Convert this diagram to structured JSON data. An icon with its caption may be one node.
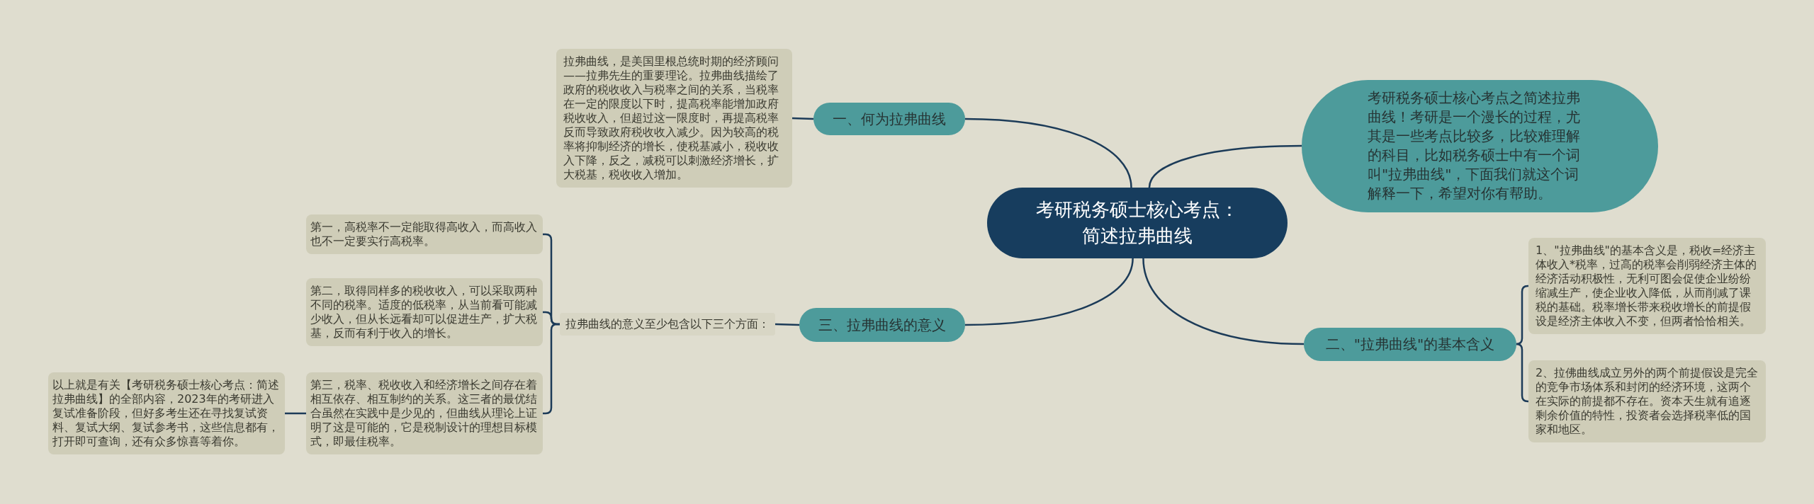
{
  "diagram": {
    "nodes": [
      {
        "text": [
          "考研税务硕士核心考点：简述拉弗曲线"
        ]
      },
      {
        "text": [
          "一、何为拉弗曲线"
        ]
      },
      {
        "text": [
          "拉弗曲线，是美国里根总统时期的经济顾问——拉弗先生的重要理论。拉弗曲线描绘了政府的税收收入与税率之间的关系，当税率在一定的限度以下时，提高税率能增加政府税收收入，但超过这一限度时，再提高税率反而导致政府税收收入减少。因为较高的税率将抑制经济的增长，使税基减小，税收收入下降，反之，减税可以刺激经济增长，扩大税基，税收收入增加。"
        ]
      },
      {
        "text": [
          "考研税务硕士核心考点之简述拉弗曲线！考研是一个漫长的过程，尤其是一些考点比较多，比较难理解的科目，比如税务硕士中有一个词叫\"拉弗曲线\"，下面我们就这个词解释一下，希望对你有帮助。"
        ]
      },
      {
        "text": [
          "二、\"拉弗曲线\"的基本含义"
        ]
      },
      {
        "text": [
          "1、\"拉弗曲线\"的基本含义是，税收=经济主体收入*税率，过高的税率会削弱经济主体的经济活动积极性，无利可图会促使企业纷纷缩减生产，使企业收入降低，从而削减了课税的基础。税率增长带来税收增长的前提假设是经济主体收入不变，但两者恰恰相关。"
        ]
      },
      {
        "text": [
          "2、拉佛曲线成立另外的两个前提假设是完全的竞争市场体系和封闭的经济环境，这两个在实际的前提都不存在。资本天生就有追逐剩余价值的特性，投资者会选择税率低的国家和地区。"
        ]
      },
      {
        "text": [
          "三、拉弗曲线的意义"
        ]
      },
      {
        "text": [
          "拉弗曲线的意义至少包含以下三个方面："
        ]
      },
      {
        "text": [
          "第一，高税率不一定能取得高收入，而高收入也不一定要实行高税率。"
        ]
      },
      {
        "text": [
          "第二，取得同样多的税收收入，可以采取两种不同的税率。适度的低税率，从当前看可能减少收入，但从长远看却可以促进生产，扩大税基，反而有利于收入的增长。"
        ]
      },
      {
        "text": [
          "第三，税率、税收收入和经济增长之间存在着相互依存、相互制约的关系。这三者的最优结合虽然在实践中是少见的，但曲线从理论上证明了这是可能的，它是税制设计的理想目标模式，即最佳税率。"
        ]
      },
      {
        "text": [
          "以上就是有关【考研税务硕士核心考点：简述拉弗曲线】的全部内容，2023年的考研进入复试准备阶段，但好多考生还在寻找复试资料、复试大纲、复试参考书，这些信息都有，打开即可查询，还有众多惊喜等着你。"
        ]
      }
    ],
    "edges": [
      {
        "from": 0,
        "to": 1,
        "arrow": "none"
      },
      {
        "from": 1,
        "to": 2,
        "arrow": "none"
      },
      {
        "from": 0,
        "to": 3,
        "arrow": "none"
      },
      {
        "from": 0,
        "to": 4,
        "arrow": "none"
      },
      {
        "from": 4,
        "to": 5,
        "arrow": "none"
      },
      {
        "from": 4,
        "to": 6,
        "arrow": "none"
      },
      {
        "from": 0,
        "to": 7,
        "arrow": "none"
      },
      {
        "from": 7,
        "to": 8,
        "arrow": "none"
      },
      {
        "from": 8,
        "to": 9,
        "arrow": "none"
      },
      {
        "from": 8,
        "to": 10,
        "arrow": "none"
      },
      {
        "from": 8,
        "to": 11,
        "arrow": "none"
      },
      {
        "from": 11,
        "to": 12,
        "arrow": "none"
      }
    ]
  }
}
